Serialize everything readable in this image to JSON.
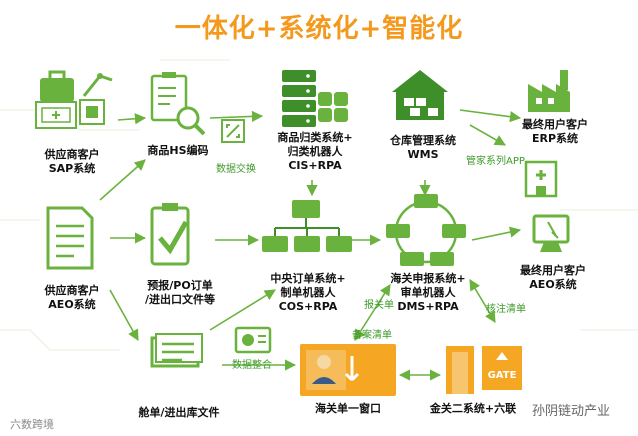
{
  "title": "一体化+系统化+智能化",
  "nodes": {
    "supplier_sap": {
      "line1": "供应商客户",
      "line2": "SAP系统"
    },
    "hs_code": {
      "label": "商品HS编码"
    },
    "classify": {
      "line1": "商品归类系统+",
      "line2": "归类机器人",
      "line3": "CIS+RPA"
    },
    "wms": {
      "line1": "仓库管理系统",
      "line2": "WMS"
    },
    "erp": {
      "line1": "最终用户客户",
      "line2": "ERP系统"
    },
    "supplier_aeo": {
      "line1": "供应商客户",
      "line2": "AEO系统"
    },
    "po": {
      "line1": "预报/PO订单",
      "line2": "/进出口文件等"
    },
    "central": {
      "line1": "中央订单系统+",
      "line2": "制单机器人",
      "line3": "COS+RPA"
    },
    "customs": {
      "line1": "海关申报系统+",
      "line2": "审单机器人",
      "line3": "DMS+RPA"
    },
    "enduser_aeo": {
      "line1": "最终用户客户",
      "line2": "AEO系统"
    },
    "manifest": {
      "label": "舱单/进出库文件"
    },
    "window": {
      "label": "海关单一窗口"
    },
    "gate": {
      "label": "金关二系统+六联",
      "gate_text": "GATE"
    }
  },
  "edge_labels": {
    "data_exchange": "数据交换",
    "steward_app": "管家系列APP",
    "declare": "报关单",
    "filing": "备案清单",
    "verify": "核注清单",
    "data_integrate": "数据整合"
  },
  "watermarks": {
    "left": "六数跨境",
    "right": "孙阴链动产业"
  },
  "colors": {
    "green": "#6ab23e",
    "dark_green": "#3e8f2a",
    "orange": "#f39a1e"
  }
}
